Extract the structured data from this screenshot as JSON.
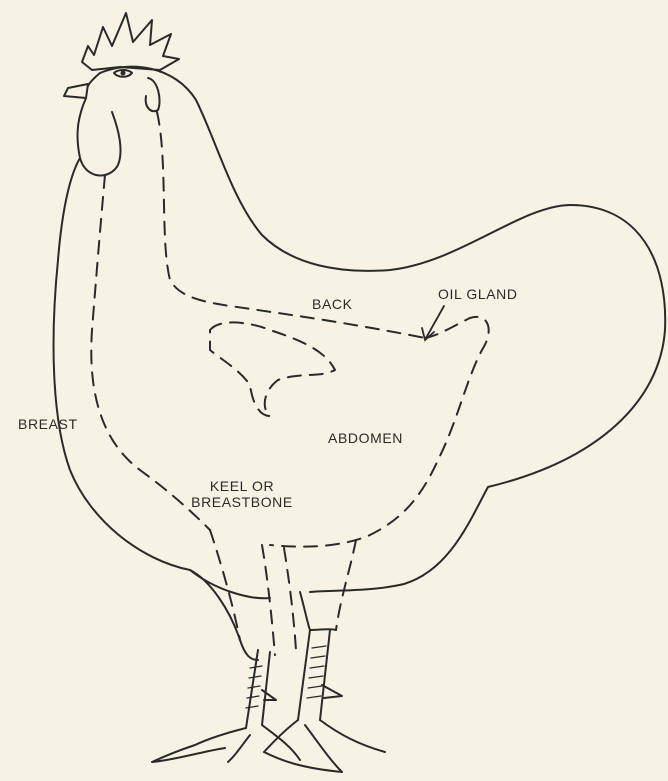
{
  "labels": {
    "breast": "BREAST",
    "back": "BACK",
    "oil_gland": "OIL GLAND",
    "abdomen": "ABDOMEN",
    "keel_line1": "KEEL OR",
    "keel_line2": "BREASTBONE"
  },
  "colors": {
    "background": "#f6f3e4",
    "ink": "#2a2a2a"
  }
}
